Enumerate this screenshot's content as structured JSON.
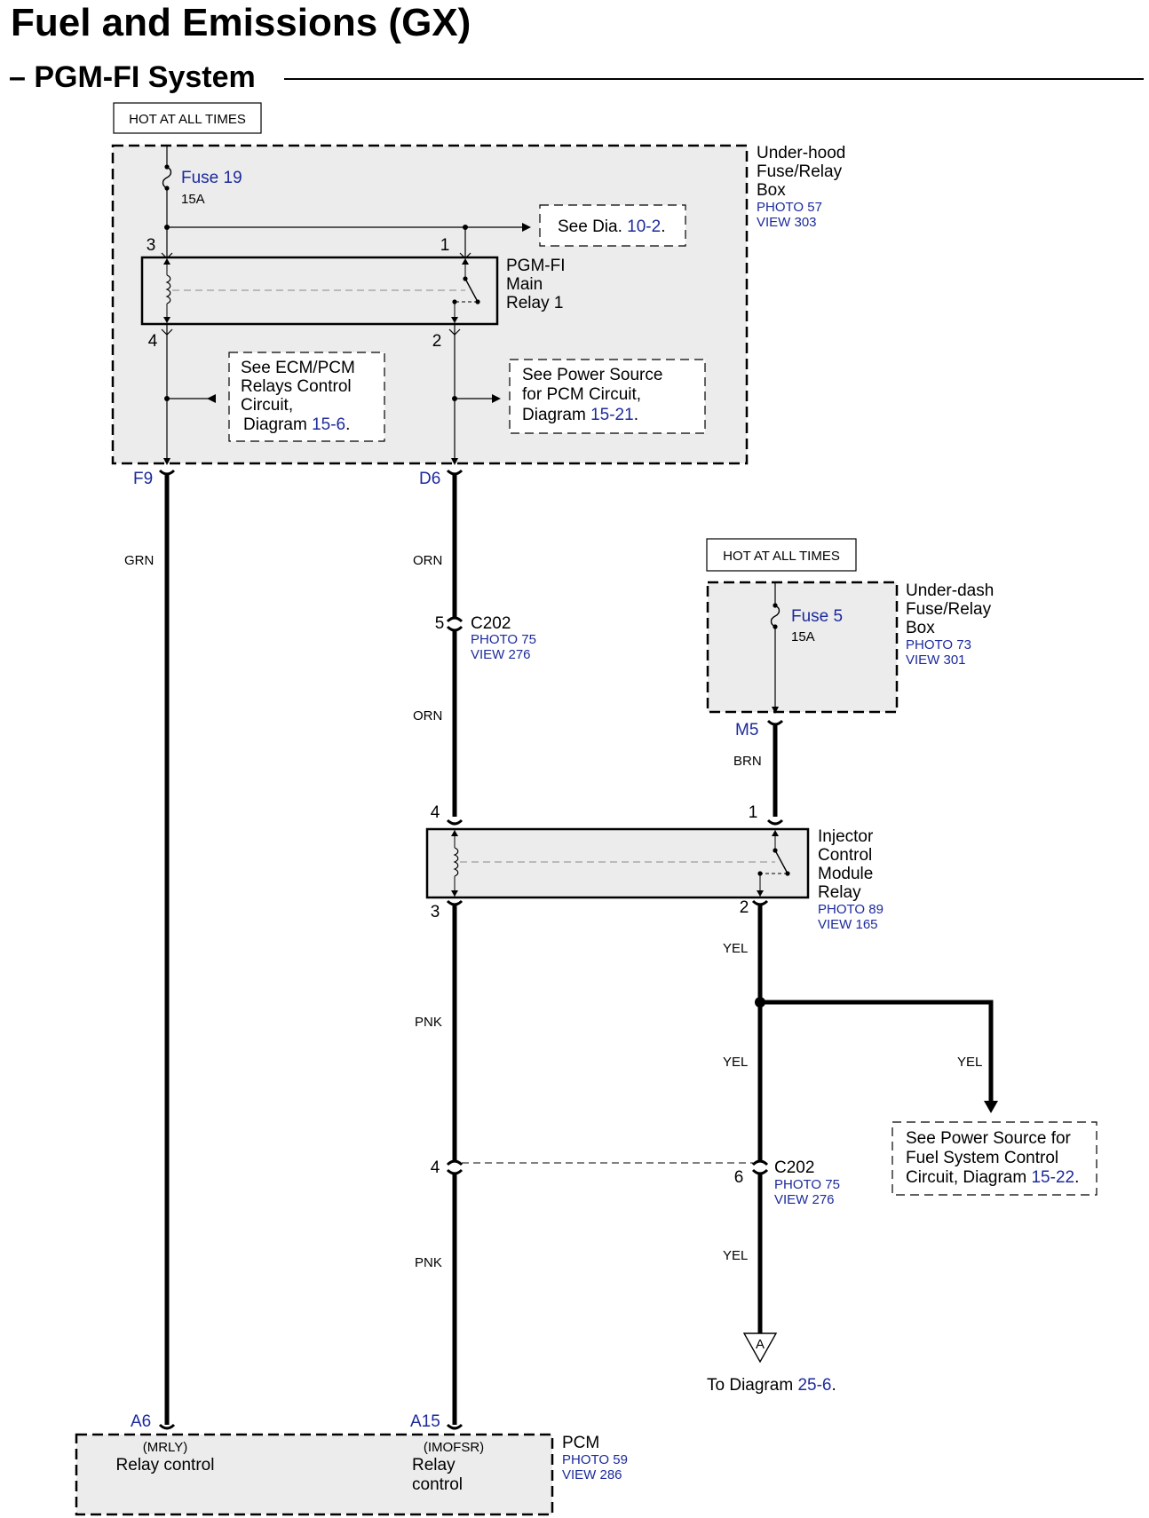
{
  "header": {
    "title": "Fuel and Emissions (GX)",
    "subtitle": "– PGM-FI System"
  },
  "hot_labels": {
    "top": "HOT AT ALL TIMES",
    "right": "HOT AT ALL TIMES"
  },
  "underhood_box": {
    "name_lines": [
      "Under-hood",
      "Fuse/Relay",
      "Box"
    ],
    "photo": "PHOTO 57",
    "view": "VIEW 303",
    "fuse_name": "Fuse 19",
    "fuse_rating": "15A",
    "see_dia_prefix": "See Dia.",
    "see_dia_link": "10-2",
    "see_dia_suffix": ".",
    "relay_lines": [
      "PGM-FI",
      "Main",
      "Relay 1"
    ],
    "pin_3": "3",
    "pin_1": "1",
    "pin_4": "4",
    "pin_2": "2",
    "ref_left_lines": [
      "See ECM/PCM",
      "Relays Control",
      "Circuit,"
    ],
    "ref_left_diag_prefix": "Diagram",
    "ref_left_diag_link": "15-6",
    "ref_left_diag_suffix": ".",
    "ref_right_lines": [
      "See Power Source",
      "for PCM Circuit,"
    ],
    "ref_right_diag_prefix": "Diagram",
    "ref_right_diag_link": "15-21",
    "ref_right_diag_suffix": ".",
    "term_left": "F9",
    "term_right": "D6"
  },
  "wires": {
    "grn": "GRN",
    "orn_1": "ORN",
    "orn_2": "ORN",
    "brn": "BRN",
    "yel_1": "YEL",
    "yel_2": "YEL",
    "yel_branch": "YEL",
    "yel_3": "YEL",
    "pnk_1": "PNK",
    "pnk_2": "PNK"
  },
  "c202_upper": {
    "pin": "5",
    "name": "C202",
    "photo": "PHOTO 75",
    "view": "VIEW 276"
  },
  "underdash_box": {
    "name_lines": [
      "Under-dash",
      "Fuse/Relay",
      "Box"
    ],
    "photo": "PHOTO 73",
    "view": "VIEW 301",
    "fuse_name": "Fuse 5",
    "fuse_rating": "15A",
    "term": "M5"
  },
  "injector_relay": {
    "name_lines": [
      "Injector",
      "Control",
      "Module",
      "Relay"
    ],
    "photo": "PHOTO 89",
    "view": "VIEW 165",
    "pin_4": "4",
    "pin_1": "1",
    "pin_3": "3",
    "pin_2": "2"
  },
  "c202_lower": {
    "pin_left": "4",
    "pin_right": "6",
    "name": "C202",
    "photo": "PHOTO 75",
    "view": "VIEW 276"
  },
  "fuel_ref": {
    "lines": [
      "See Power Source for",
      "Fuel System Control"
    ],
    "last_prefix": "Circuit, Diagram",
    "link": "15-22",
    "suffix": "."
  },
  "ground_ref": {
    "symbol": "A",
    "prefix": "To Diagram",
    "link": "25-6",
    "suffix": "."
  },
  "pcm": {
    "name": "PCM",
    "photo": "PHOTO 59",
    "view": "VIEW 286",
    "term_left": "A6",
    "term_right": "A15",
    "left_signal": "(MRLY)",
    "left_desc": "Relay control",
    "right_signal": "(IMOFSR)",
    "right_desc_lines": [
      "Relay",
      "control"
    ]
  }
}
